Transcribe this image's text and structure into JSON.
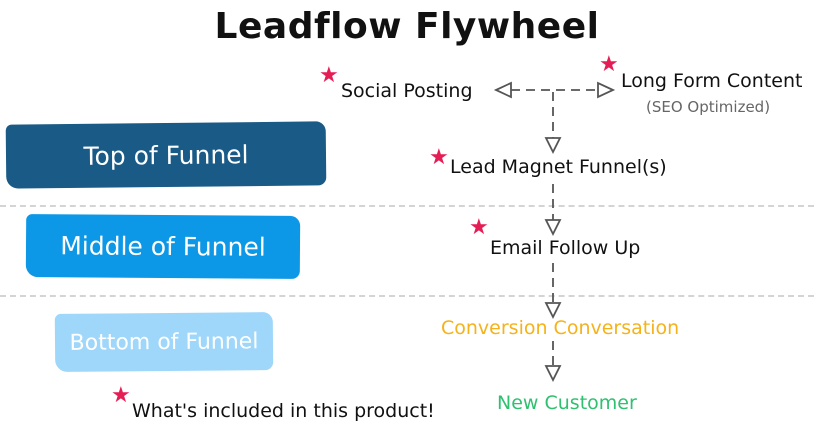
{
  "title": "Leadflow Flywheel",
  "stages": {
    "top": "Top of Funnel",
    "middle": "Middle of Funnel",
    "bottom": "Bottom of Funnel"
  },
  "nodes": {
    "social_posting": "Social Posting",
    "long_form": "Long Form Content",
    "long_form_sub": "(SEO Optimized)",
    "lead_magnet": "Lead Magnet Funnel(s)",
    "email_follow_up": "Email Follow Up",
    "conversion": "Conversion Conversation",
    "new_customer": "New Customer"
  },
  "legend": {
    "star_symbol": "★",
    "text": "What's included in this product!"
  },
  "colors": {
    "top_stage": "#1a5a86",
    "middle_stage": "#0c98e6",
    "bottom_stage": "#9fd7fb",
    "star": "#e51d55",
    "conversion_text": "#f5b21a",
    "new_customer_text": "#2fc070"
  }
}
